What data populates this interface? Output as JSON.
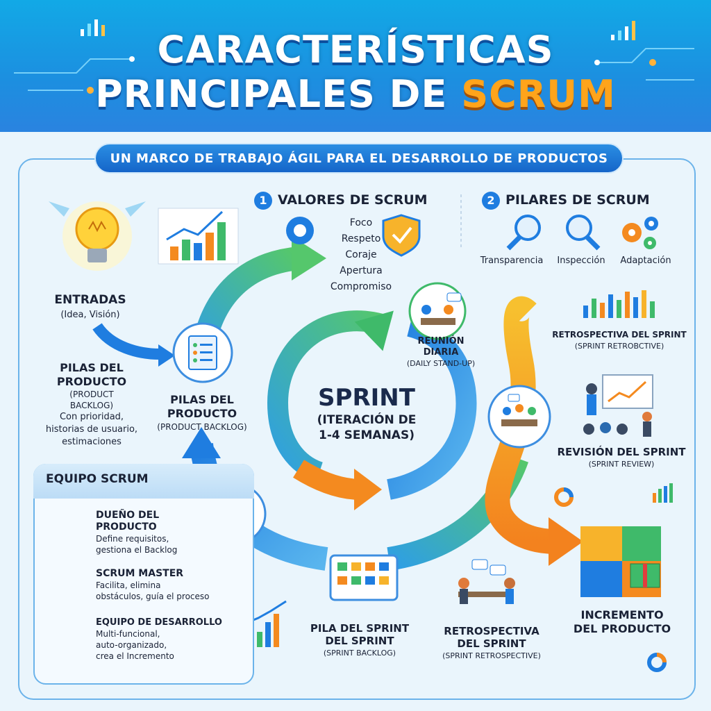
{
  "header": {
    "title_line1": "CARACTERÍSTICAS",
    "title_line2_a": "PRINCIPALES DE ",
    "title_line2_b": "SCRUM"
  },
  "subtitle": "UN MARCO DE TRABAJO ÁGIL PARA EL DESARROLLO DE PRODUCTOS",
  "values": {
    "number": "1",
    "heading": "VALORES DE SCRUM",
    "items": [
      "Foco",
      "Respeto",
      "Coraje",
      "Apertura",
      "Compromiso"
    ]
  },
  "pillars": {
    "number": "2",
    "heading": "PILARES DE SCRUM",
    "items": [
      "Transparencia",
      "Inspección",
      "Adaptación"
    ]
  },
  "inputs": {
    "heading": "ENTRADAS",
    "sub": "(Idea, Visión)"
  },
  "backlog_left": {
    "line1": "PILAS DEL",
    "line2": "PRODUCTO",
    "line3": "(PRODUCT",
    "line4": "BACKLOG)",
    "desc1": "Con prioridad,",
    "desc2": "historias de usuario,",
    "desc3": "estimaciones"
  },
  "backlog_center": {
    "line1": "PILAS DEL",
    "line2": "PRODUCTO",
    "line3": "(PRODUCT BACKLOG)"
  },
  "sprint": {
    "title": "SPRINT",
    "line2": "(ITERACIÓN DE",
    "line3": "1-4 SEMANAS)"
  },
  "daily": {
    "line1": "REUNIÓN",
    "line2": "DIARIA",
    "line3": "(DAILY STAND-UP)"
  },
  "retro_top": {
    "line1": "RETROSPECTIVA DEL SPRINT",
    "line2": "(SPRINT RETROBCTIVE)"
  },
  "review": {
    "line1": "REVISIÓN DEL SPRINT",
    "line2": "(SPRINT REVIEW)"
  },
  "increment": {
    "line1": "INCREMENTO",
    "line2": "DEL PRODUCTO"
  },
  "sprint_backlog": {
    "line1": "PILA DEL SPRINT",
    "line2": "DEL SPRINT",
    "line3": "(SPRINT BACKLOG)"
  },
  "retro_bottom": {
    "line1": "RETROSPECTIVA",
    "line2": "DEL SPRINT",
    "line3": "(SPRINT RETROSPECTIVE)"
  },
  "team": {
    "heading": "EQUIPO SCRUM",
    "owner": {
      "t1": "DUEÑO DEL",
      "t2": "PRODUCTO",
      "d1": "Define requisitos,",
      "d2": "gestiona el Backlog"
    },
    "master": {
      "t1": "SCRUM MASTER",
      "d1": "Facilita, elimina",
      "d2": "obstáculos, guía el proceso"
    },
    "dev": {
      "t1": "EQUIPO DE DESARROLLO",
      "d1": "Multi-funcional,",
      "d2": "auto-organizado,",
      "d3": "crea el Incremento"
    }
  },
  "colors": {
    "green": "#3fba6a",
    "blue": "#1f7de0",
    "orange": "#f48a1f",
    "yellow": "#f7b32b"
  }
}
